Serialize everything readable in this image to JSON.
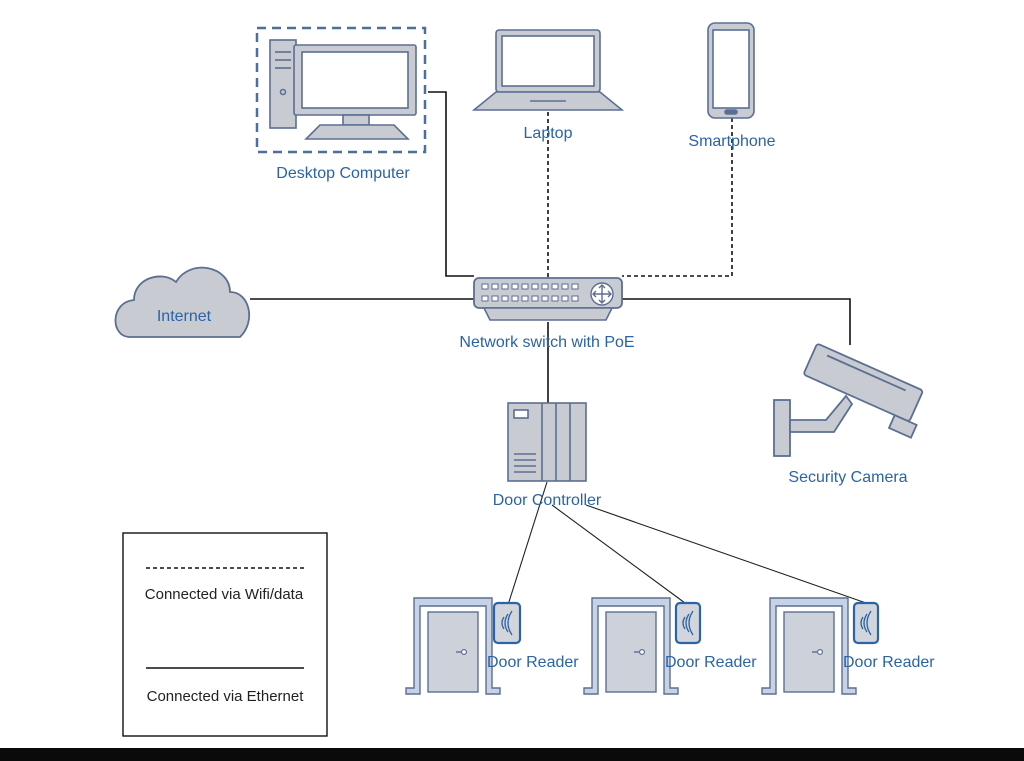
{
  "nodes": {
    "desktop": "Desktop Computer",
    "laptop": "Laptop",
    "smartphone": "Smartphone",
    "internet": "Internet",
    "switch": "Network switch with PoE",
    "camera": "Security Camera",
    "controller": "Door Controller",
    "reader_1": "Door Reader",
    "reader_2": "Door Reader",
    "reader_3": "Door Reader"
  },
  "legend": {
    "wifi": "Connected via Wifi/data",
    "ethernet": "Connected via Ethernet"
  },
  "colors": {
    "device_fill": "#c9cbd2",
    "device_stroke": "#5b6f93",
    "label": "#2a63a8",
    "reader_border": "#2a63a8",
    "door_frame": "#c7d2e4"
  }
}
